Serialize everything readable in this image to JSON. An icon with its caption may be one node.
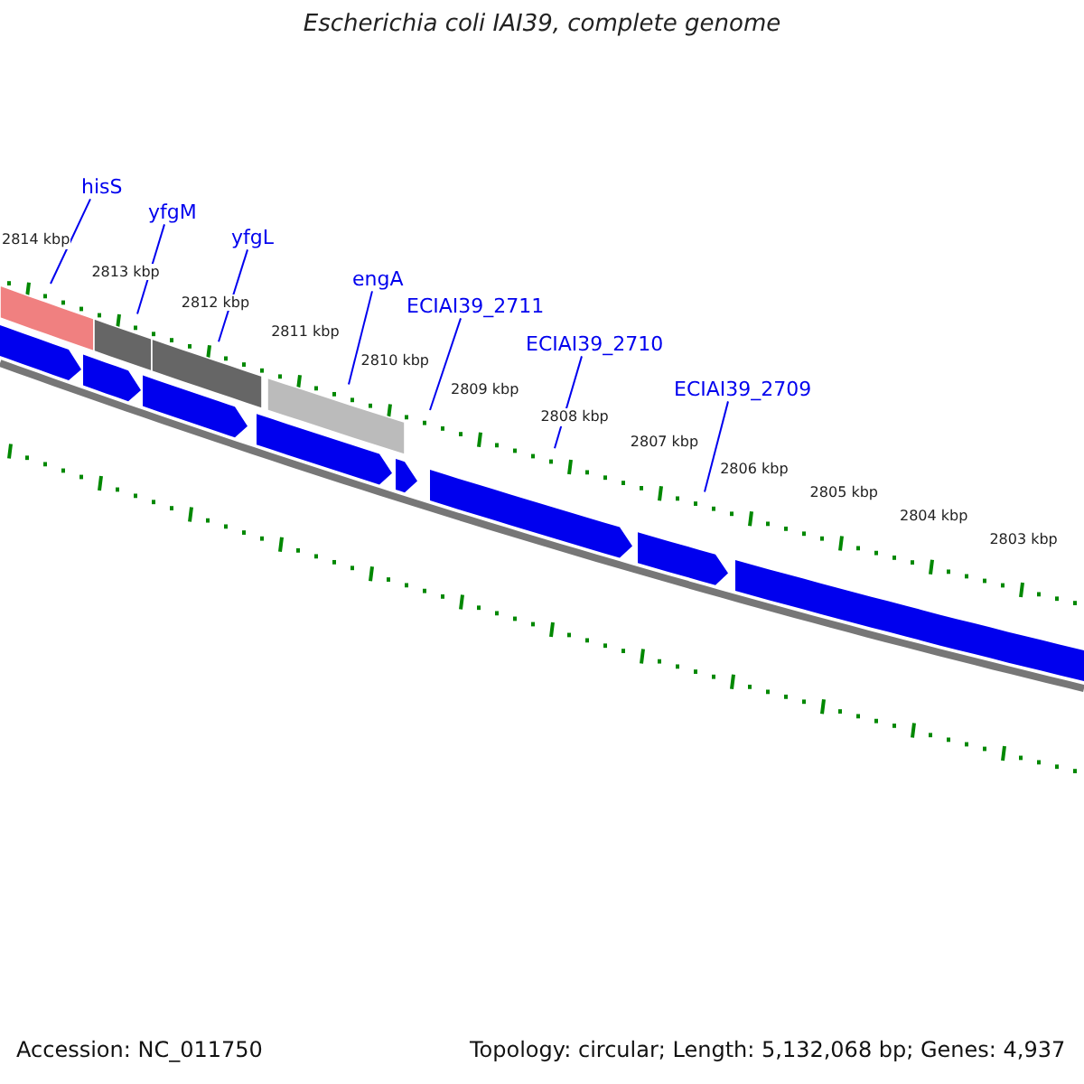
{
  "diagram": {
    "title": "Escherichia coli IAI39, complete genome",
    "nodes": [
      {
        "text": [
          "hisS"
        ]
      },
      {
        "text": [
          "yfgM"
        ]
      },
      {
        "text": [
          "yfgL"
        ]
      },
      {
        "text": [
          "engA"
        ]
      },
      {
        "text": [
          "ECIAI39_2711"
        ]
      },
      {
        "text": [
          "ECIAI39_2710"
        ]
      },
      {
        "text": [
          "ECIAI39_2709"
        ]
      }
    ],
    "edges": [
      {
        "from": 0,
        "to": null,
        "arrow": "none"
      },
      {
        "from": 1,
        "to": null,
        "arrow": "none"
      },
      {
        "from": 2,
        "to": null,
        "arrow": "none"
      },
      {
        "from": 3,
        "to": null,
        "arrow": "none"
      },
      {
        "from": 4,
        "to": null,
        "arrow": "none"
      },
      {
        "from": 5,
        "to": null,
        "arrow": "none"
      },
      {
        "from": 6,
        "to": null,
        "arrow": "none"
      }
    ],
    "labels": [
      "2814 kbp",
      "2813 kbp",
      "2812 kbp",
      "2811 kbp",
      "2810 kbp",
      "2809 kbp",
      "2808 kbp",
      "2807 kbp",
      "2806 kbp",
      "2805 kbp",
      "2804 kbp",
      "2803 kbp",
      "Accession: NC_011750",
      "Topology: circular; Length: 5,132,068 bp; Genes: 4,937"
    ]
  }
}
